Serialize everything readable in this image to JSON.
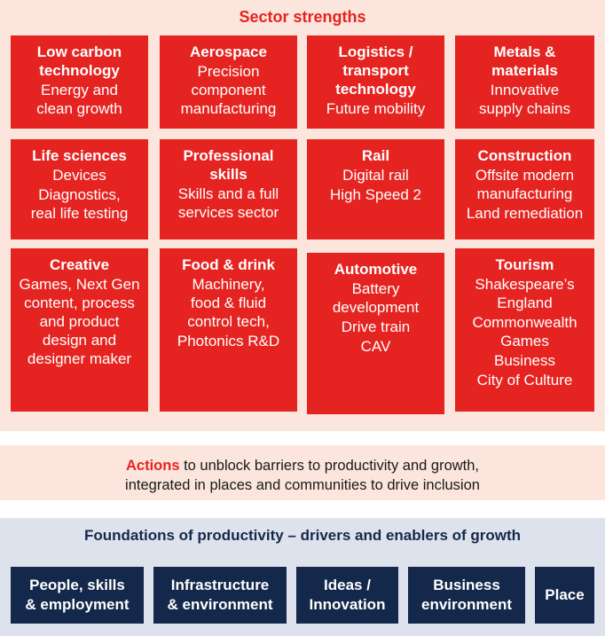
{
  "sector": {
    "title": "Sector strengths",
    "tiles": [
      {
        "title": "Low carbon\ntechnology",
        "lines": [
          "Energy and\nclean growth"
        ]
      },
      {
        "title": "Aerospace",
        "lines": [
          "Precision\ncomponent\nmanufacturing"
        ]
      },
      {
        "title": "Logistics /\ntransport\ntechnology",
        "lines": [
          "Future mobility"
        ]
      },
      {
        "title": "Metals &\nmaterials",
        "lines": [
          "Innovative\nsupply chains"
        ]
      },
      {
        "title": "Life sciences",
        "lines": [
          "Devices",
          "Diagnostics,\nreal life testing"
        ]
      },
      {
        "title": "Professional\nskills",
        "lines": [
          "Skills and a full\nservices sector"
        ]
      },
      {
        "title": "Rail",
        "lines": [
          "Digital rail",
          "High Speed 2"
        ]
      },
      {
        "title": "Construction",
        "lines": [
          "Offsite modern\nmanufacturing",
          "Land remediation"
        ]
      },
      {
        "title": "Creative",
        "lines": [
          "Games, Next Gen\ncontent, process\nand product\ndesign and\ndesigner maker"
        ]
      },
      {
        "title": "Food & drink",
        "lines": [
          "Machinery,\nfood & fluid\ncontrol tech,",
          "Photonics R&D"
        ]
      },
      {
        "title": "Automotive",
        "lines": [
          "Battery\ndevelopment",
          "Drive train",
          "CAV"
        ]
      },
      {
        "title": "Tourism",
        "lines": [
          "Shakespeare’s\nEngland",
          "Commonwealth\nGames",
          "Business",
          "City of Culture"
        ]
      }
    ]
  },
  "actions": {
    "key": "Actions",
    "rest": " to unblock barriers to productivity and growth,",
    "line2": "integrated in places and communities to drive inclusion"
  },
  "foundations": {
    "title": "Foundations of productivity – drivers and enablers of growth",
    "items": [
      "People, skills\n& employment",
      "Infrastructure\n& environment",
      "Ideas /\nInnovation",
      "Business\nenvironment",
      "Place"
    ]
  },
  "colors": {
    "accent_red": "#e52421",
    "navy": "#13284b",
    "peach": "#fbe5dc",
    "light_blue_grey": "#dee2ed"
  }
}
